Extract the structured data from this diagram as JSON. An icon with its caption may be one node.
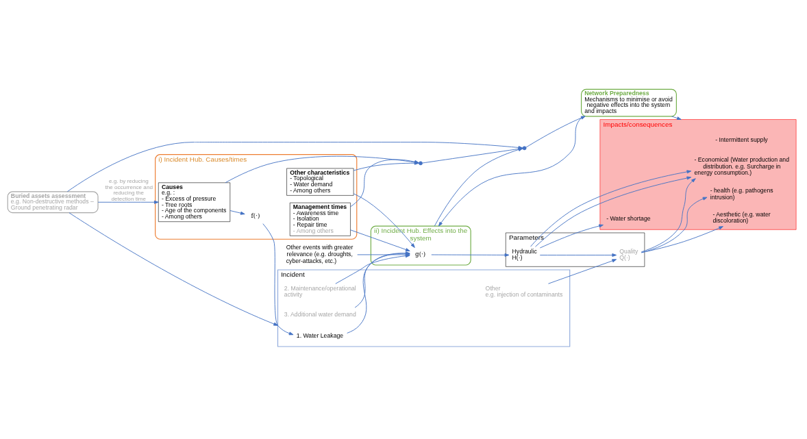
{
  "diagram": {
    "nodes": [
      {
        "text": [
          "i) Incident Hub. Causes/times"
        ]
      },
      {
        "text": [
          "Causes",
          "e.g. :",
          "- Excess of pressure",
          "- Tree roots",
          "- Age of the components",
          "- Among others"
        ],
        "in": 0
      },
      {
        "text": [
          "Management times",
          "- Awareness time",
          "- Isolation",
          "- Repair time",
          "- Among others"
        ],
        "in": 0
      },
      {
        "text": [
          "Other characteristics",
          "- Topological",
          "- Water demand",
          "- Among others"
        ],
        "in": 0
      },
      {
        "text": [
          "f(·)"
        ],
        "in": 0
      },
      {
        "text": [
          "ii) Incident Hub. Effects into the system"
        ]
      },
      {
        "text": [
          "Incident"
        ]
      },
      {
        "text": [
          "1. Water Leakage"
        ],
        "in": 6
      },
      {
        "text": [
          "2. Maintenance/operational activity"
        ],
        "in": 6
      },
      {
        "text": [
          "3. Additional water demand"
        ],
        "in": 6
      },
      {
        "text": [
          "Other",
          "e.g. injection of contaminants"
        ],
        "in": 6
      },
      {
        "text": [
          "g(·)"
        ],
        "in": 5
      },
      {
        "text": [
          "Parameters"
        ]
      },
      {
        "text": [
          "Hydraulic",
          "H(·)"
        ],
        "in": 12
      },
      {
        "text": [
          "Quality",
          "Q(·)"
        ],
        "in": 12
      },
      {
        "text": [
          "Buried assets assessment",
          "e.g. Non-destructive methods – Ground penetrating radar"
        ]
      },
      {
        "text": [
          "Other events with greater relevance (e.g. droughts, cyber-attacks, etc.)"
        ]
      },
      {
        "text": [],
        "shape": "circle"
      },
      {
        "text": [
          "Network Preparedness",
          "Mechanisms to minimise or avoid negative effects into the system and impacts"
        ]
      },
      {
        "text": [
          "Impacts/consequences"
        ]
      },
      {
        "text": [
          "- Intermittent supply"
        ],
        "in": 19
      },
      {
        "text": [
          "- Water shortage"
        ],
        "in": 19
      },
      {
        "text": [
          "- Economical (Water production and distribution. e.g. Surcharge in energy consumption.)"
        ],
        "in": 19
      },
      {
        "text": [
          "- Aesthetic (e.g. water discoloration)"
        ],
        "in": 19
      },
      {
        "text": [
          "- health (e.g. pathogens intrusion)"
        ],
        "in": 19
      },
      {
        "text": [],
        "shape": "circle"
      }
    ],
    "edges": [
      {
        "from": 15,
        "to": 1,
        "arrow": "to",
        "label": "e.g. by reducing the occurrence and reducing the detection time"
      },
      {
        "from": 15,
        "to": 6,
        "arrow": "to"
      },
      {
        "from": 15,
        "to": 17,
        "arrow": "to"
      },
      {
        "from": 25,
        "to": 17,
        "arrow": "to"
      },
      {
        "from": 1,
        "to": 25,
        "arrow": "to"
      },
      {
        "from": 2,
        "to": 25,
        "arrow": "to"
      },
      {
        "from": 3,
        "to": 25,
        "arrow": "to"
      },
      {
        "from": 1,
        "to": 4,
        "arrow": "to"
      },
      {
        "from": 4,
        "to": 7,
        "arrow": "to"
      },
      {
        "from": 7,
        "to": 11,
        "arrow": "to"
      },
      {
        "from": 8,
        "to": 11,
        "arrow": "to"
      },
      {
        "from": 9,
        "to": 11,
        "arrow": "to"
      },
      {
        "from": 16,
        "to": 11,
        "arrow": "to"
      },
      {
        "from": 2,
        "to": 11,
        "arrow": "to"
      },
      {
        "from": 3,
        "to": 11,
        "arrow": "to"
      },
      {
        "from": 11,
        "to": 13,
        "arrow": "to"
      },
      {
        "from": 13,
        "to": 14,
        "arrow": "to"
      },
      {
        "from": 10,
        "to": 14,
        "arrow": "to"
      },
      {
        "from": 13,
        "to": 21,
        "arrow": "to"
      },
      {
        "from": 13,
        "to": 22,
        "arrow": "to"
      },
      {
        "from": 13,
        "to": 22,
        "arrow": "to"
      },
      {
        "from": 14,
        "to": 22,
        "arrow": "to"
      },
      {
        "from": 14,
        "to": 23,
        "arrow": "to"
      },
      {
        "from": 14,
        "to": 24,
        "arrow": "to"
      },
      {
        "from": 5,
        "to": 17,
        "arrow": "to"
      },
      {
        "from": 17,
        "to": 18,
        "arrow": "to"
      },
      {
        "from": 18,
        "to": 5,
        "arrow": "to"
      },
      {
        "from": 18,
        "to": 19,
        "arrow": "to"
      }
    ]
  }
}
